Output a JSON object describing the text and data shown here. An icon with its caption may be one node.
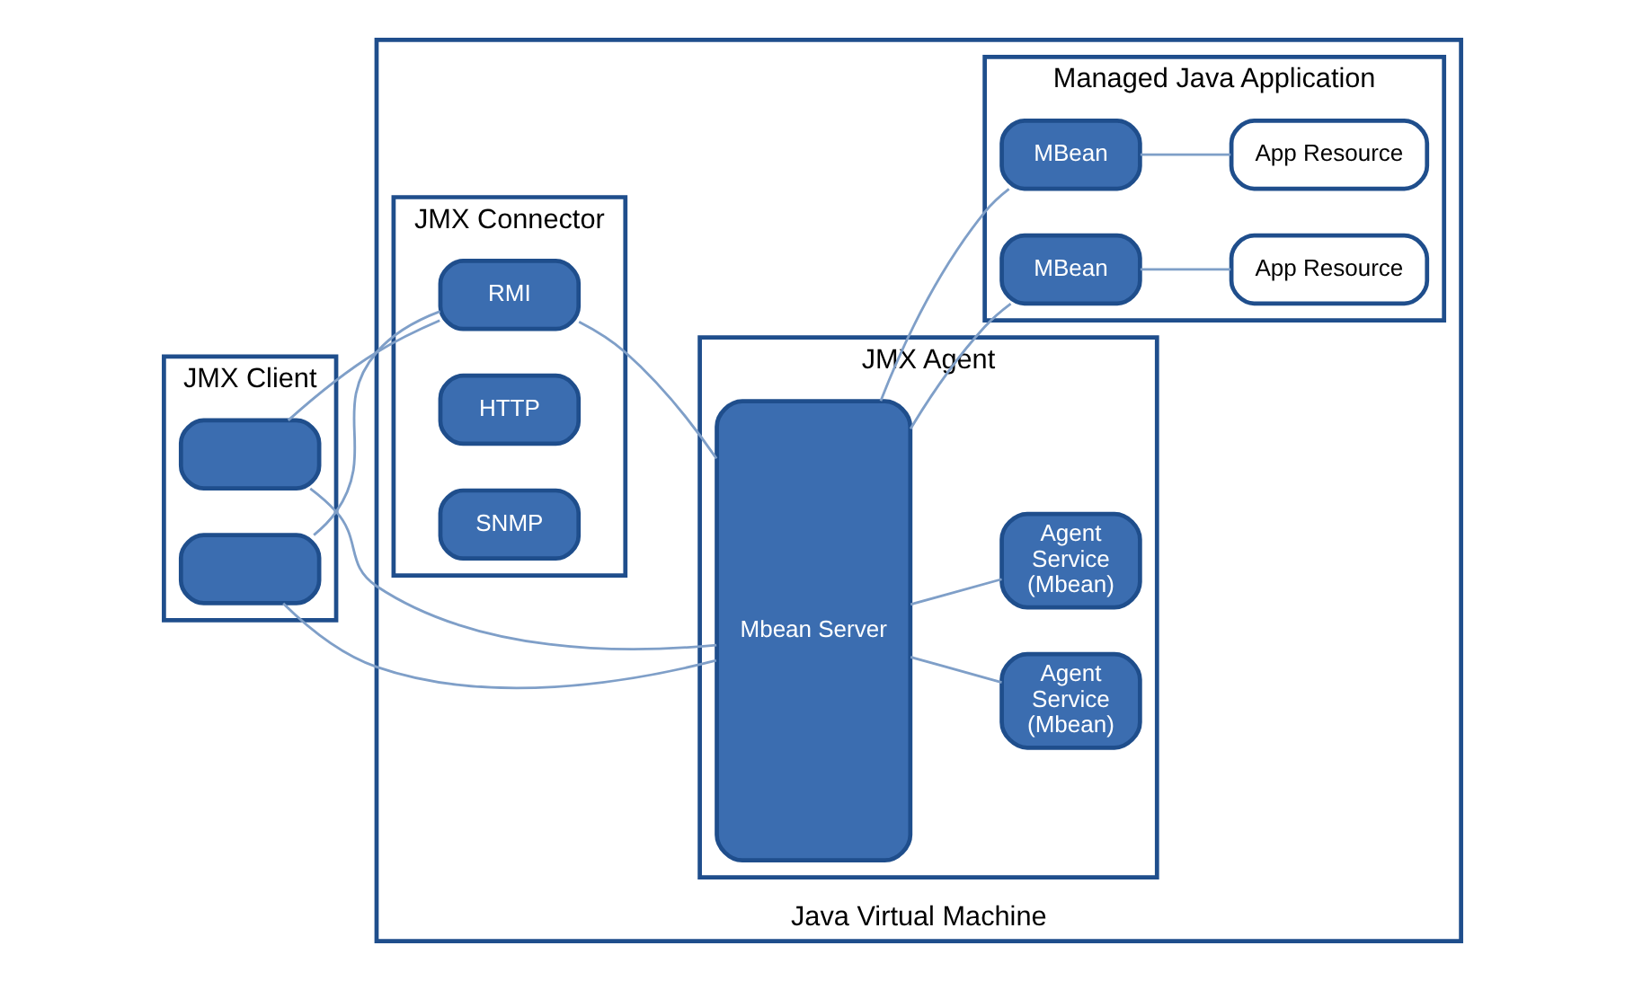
{
  "diagram": {
    "nodes": [
      {
        "text": [
          "JMX Client"
        ]
      },
      {
        "text": [],
        "shape": "box",
        "in": 0
      },
      {
        "text": [],
        "shape": "box",
        "in": 0
      },
      {
        "text": [
          "Java Virtual Machine"
        ]
      },
      {
        "text": [
          "JMX Connector"
        ],
        "in": 3
      },
      {
        "text": [
          "RMI"
        ],
        "in": 4
      },
      {
        "text": [
          "HTTP"
        ],
        "in": 4
      },
      {
        "text": [
          "SNMP"
        ],
        "in": 4
      },
      {
        "text": [
          "JMX Agent"
        ],
        "in": 3
      },
      {
        "text": [
          "Mbean Server"
        ],
        "in": 8
      },
      {
        "text": [
          "Agent Service (Mbean)"
        ],
        "in": 8
      },
      {
        "text": [
          "Agent Service (Mbean)"
        ],
        "in": 8
      },
      {
        "text": [
          "Managed Java Application"
        ],
        "in": 3
      },
      {
        "text": [
          "MBean"
        ],
        "in": 12
      },
      {
        "text": [
          "App Resource"
        ],
        "in": 12
      },
      {
        "text": [
          "MBean"
        ],
        "in": 12
      },
      {
        "text": [
          "App Resource"
        ],
        "in": 12
      }
    ],
    "edges": [
      {
        "from": 1,
        "to": 5,
        "arrow": "none"
      },
      {
        "from": 2,
        "to": 5,
        "arrow": "none"
      },
      {
        "from": 1,
        "to": 9,
        "arrow": "none"
      },
      {
        "from": 2,
        "to": 9,
        "arrow": "none"
      },
      {
        "from": 5,
        "to": 9,
        "arrow": "none"
      },
      {
        "from": 9,
        "to": 10,
        "arrow": "none"
      },
      {
        "from": 9,
        "to": 11,
        "arrow": "none"
      },
      {
        "from": 9,
        "to": 13,
        "arrow": "none"
      },
      {
        "from": 9,
        "to": 15,
        "arrow": "none"
      },
      {
        "from": 13,
        "to": 14,
        "arrow": "none"
      },
      {
        "from": 15,
        "to": 16,
        "arrow": "none"
      }
    ]
  }
}
